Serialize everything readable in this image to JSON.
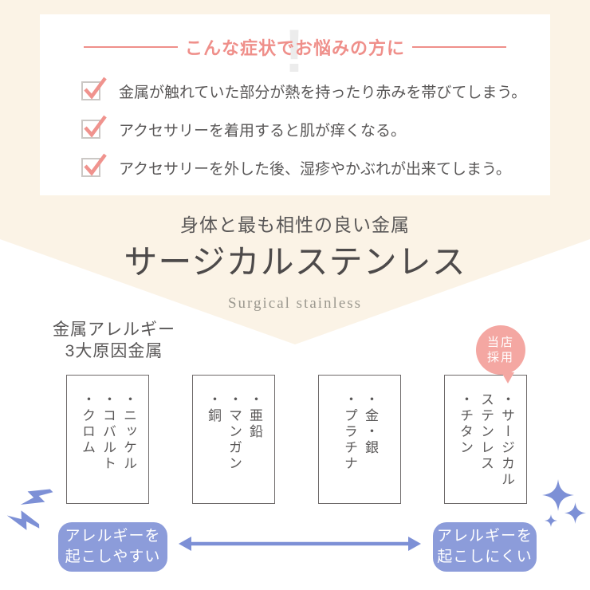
{
  "colors": {
    "background_cream": "#fbf3e6",
    "accent_pink": "#ef8f8a",
    "badge_pink": "#f4a7a2",
    "pill_blue": "#8c9cda",
    "icon_blue": "#7d90d6",
    "text_gray": "#595757",
    "title_gray": "#4d4a4a"
  },
  "symptoms_card": {
    "title": "こんな症状でお悩みの方に",
    "exclamation": "!",
    "items": [
      "金属が触れていた部分が熱を持ったり赤みを帯びてしまう。",
      "アクセサリーを着用すると肌が痒くなる。",
      "アクセサリーを外した後、湿疹やかぶれが出来てしまう。"
    ]
  },
  "hero": {
    "subtitle": "身体と最も相性の良い金属",
    "title": "サージカルステンレス",
    "subtitle_en": "Surgical stainless"
  },
  "cause_label": {
    "line1": "金属アレルギー",
    "line2": "3大原因金属"
  },
  "badge": {
    "line1": "当店",
    "line2": "採用"
  },
  "metal_boxes": [
    {
      "items": [
        "・ニッケル",
        "・コバルト",
        "・クロム"
      ]
    },
    {
      "items": [
        "・亜鉛",
        "・マンガン",
        "・銅"
      ]
    },
    {
      "items": [
        "・金・銀",
        "・プラチナ"
      ]
    },
    {
      "items": [
        "・サージカルステンレス",
        "・チタン"
      ]
    }
  ],
  "scale": {
    "left": {
      "line1": "アレルギーを",
      "line2": "起こしやすい"
    },
    "right": {
      "line1": "アレルギーを",
      "line2": "起こしにくい"
    }
  },
  "icons": {
    "check": "checkmark",
    "lightning": "lightning-bolt",
    "sparkle": "four-point-sparkle",
    "arrow": "double-headed-arrow"
  }
}
